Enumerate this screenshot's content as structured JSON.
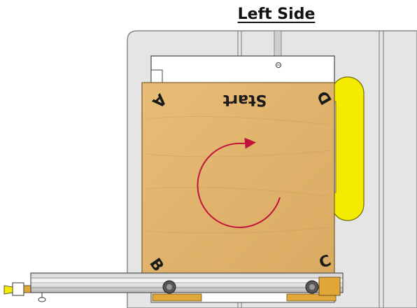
{
  "title": "Left Side",
  "board": {
    "start_label": "Start",
    "corners": {
      "a": "A",
      "b": "B",
      "c": "C",
      "d": "D"
    }
  },
  "colors": {
    "wood": "#e3b772",
    "blade": "#f3ec00",
    "arrow": "#c0143c",
    "table": "#e5e5e5",
    "brass": "#e0a63a"
  }
}
